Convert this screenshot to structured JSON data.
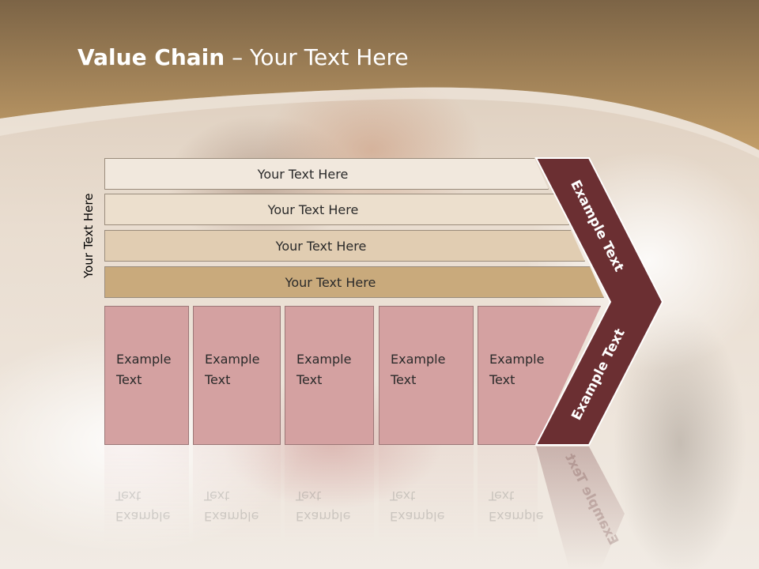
{
  "slide": {
    "title_bold": "Value Chain",
    "title_rest": " – Your Text Here",
    "side_label": "Your Text Here",
    "bars": [
      {
        "label": "Your Text Here"
      },
      {
        "label": "Your Text Here"
      },
      {
        "label": "Your Text Here"
      },
      {
        "label": "Your Text Here"
      }
    ],
    "boxes": [
      {
        "line1": "Example",
        "line2": "Text"
      },
      {
        "line1": "Example",
        "line2": "Text"
      },
      {
        "line1": "Example",
        "line2": "Text"
      },
      {
        "line1": "Example",
        "line2": "Text"
      },
      {
        "line1": "Example",
        "line2": "Text"
      }
    ],
    "chevron_top_label": "Example Text",
    "chevron_bottom_label": "Example Text"
  },
  "colors": {
    "header_brown": "#8a6e4b",
    "chevron": "#6b2f32",
    "box_pink": "#d4a1a1"
  }
}
